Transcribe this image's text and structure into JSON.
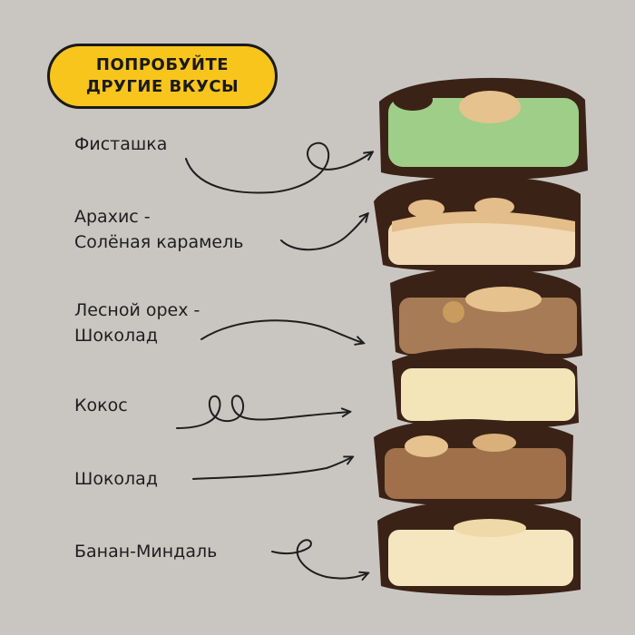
{
  "headline": {
    "line1": "ПОПРОБУЙТЕ",
    "line2": "ДРУГИЕ ВКУСЫ"
  },
  "colors": {
    "background": "#c9c6c2",
    "badge": "#f8c51d",
    "chocolate": "#3b2216",
    "text": "#1e1e1e"
  },
  "flavors": [
    {
      "line1": "Фисташка",
      "line2": "",
      "filling": "#9fce88"
    },
    {
      "line1": "Арахис -",
      "line2": "Солёная карамель",
      "filling": "#f0d9b4"
    },
    {
      "line1": "Лесной орех -",
      "line2": "Шоколад",
      "filling": "#a77b55"
    },
    {
      "line1": "Кокос",
      "line2": "",
      "filling": "#f4e5b8"
    },
    {
      "line1": "Шоколад",
      "line2": "",
      "filling": "#a0704a"
    },
    {
      "line1": "Банан-Миндаль",
      "line2": "",
      "filling": "#f5e6c0"
    }
  ]
}
